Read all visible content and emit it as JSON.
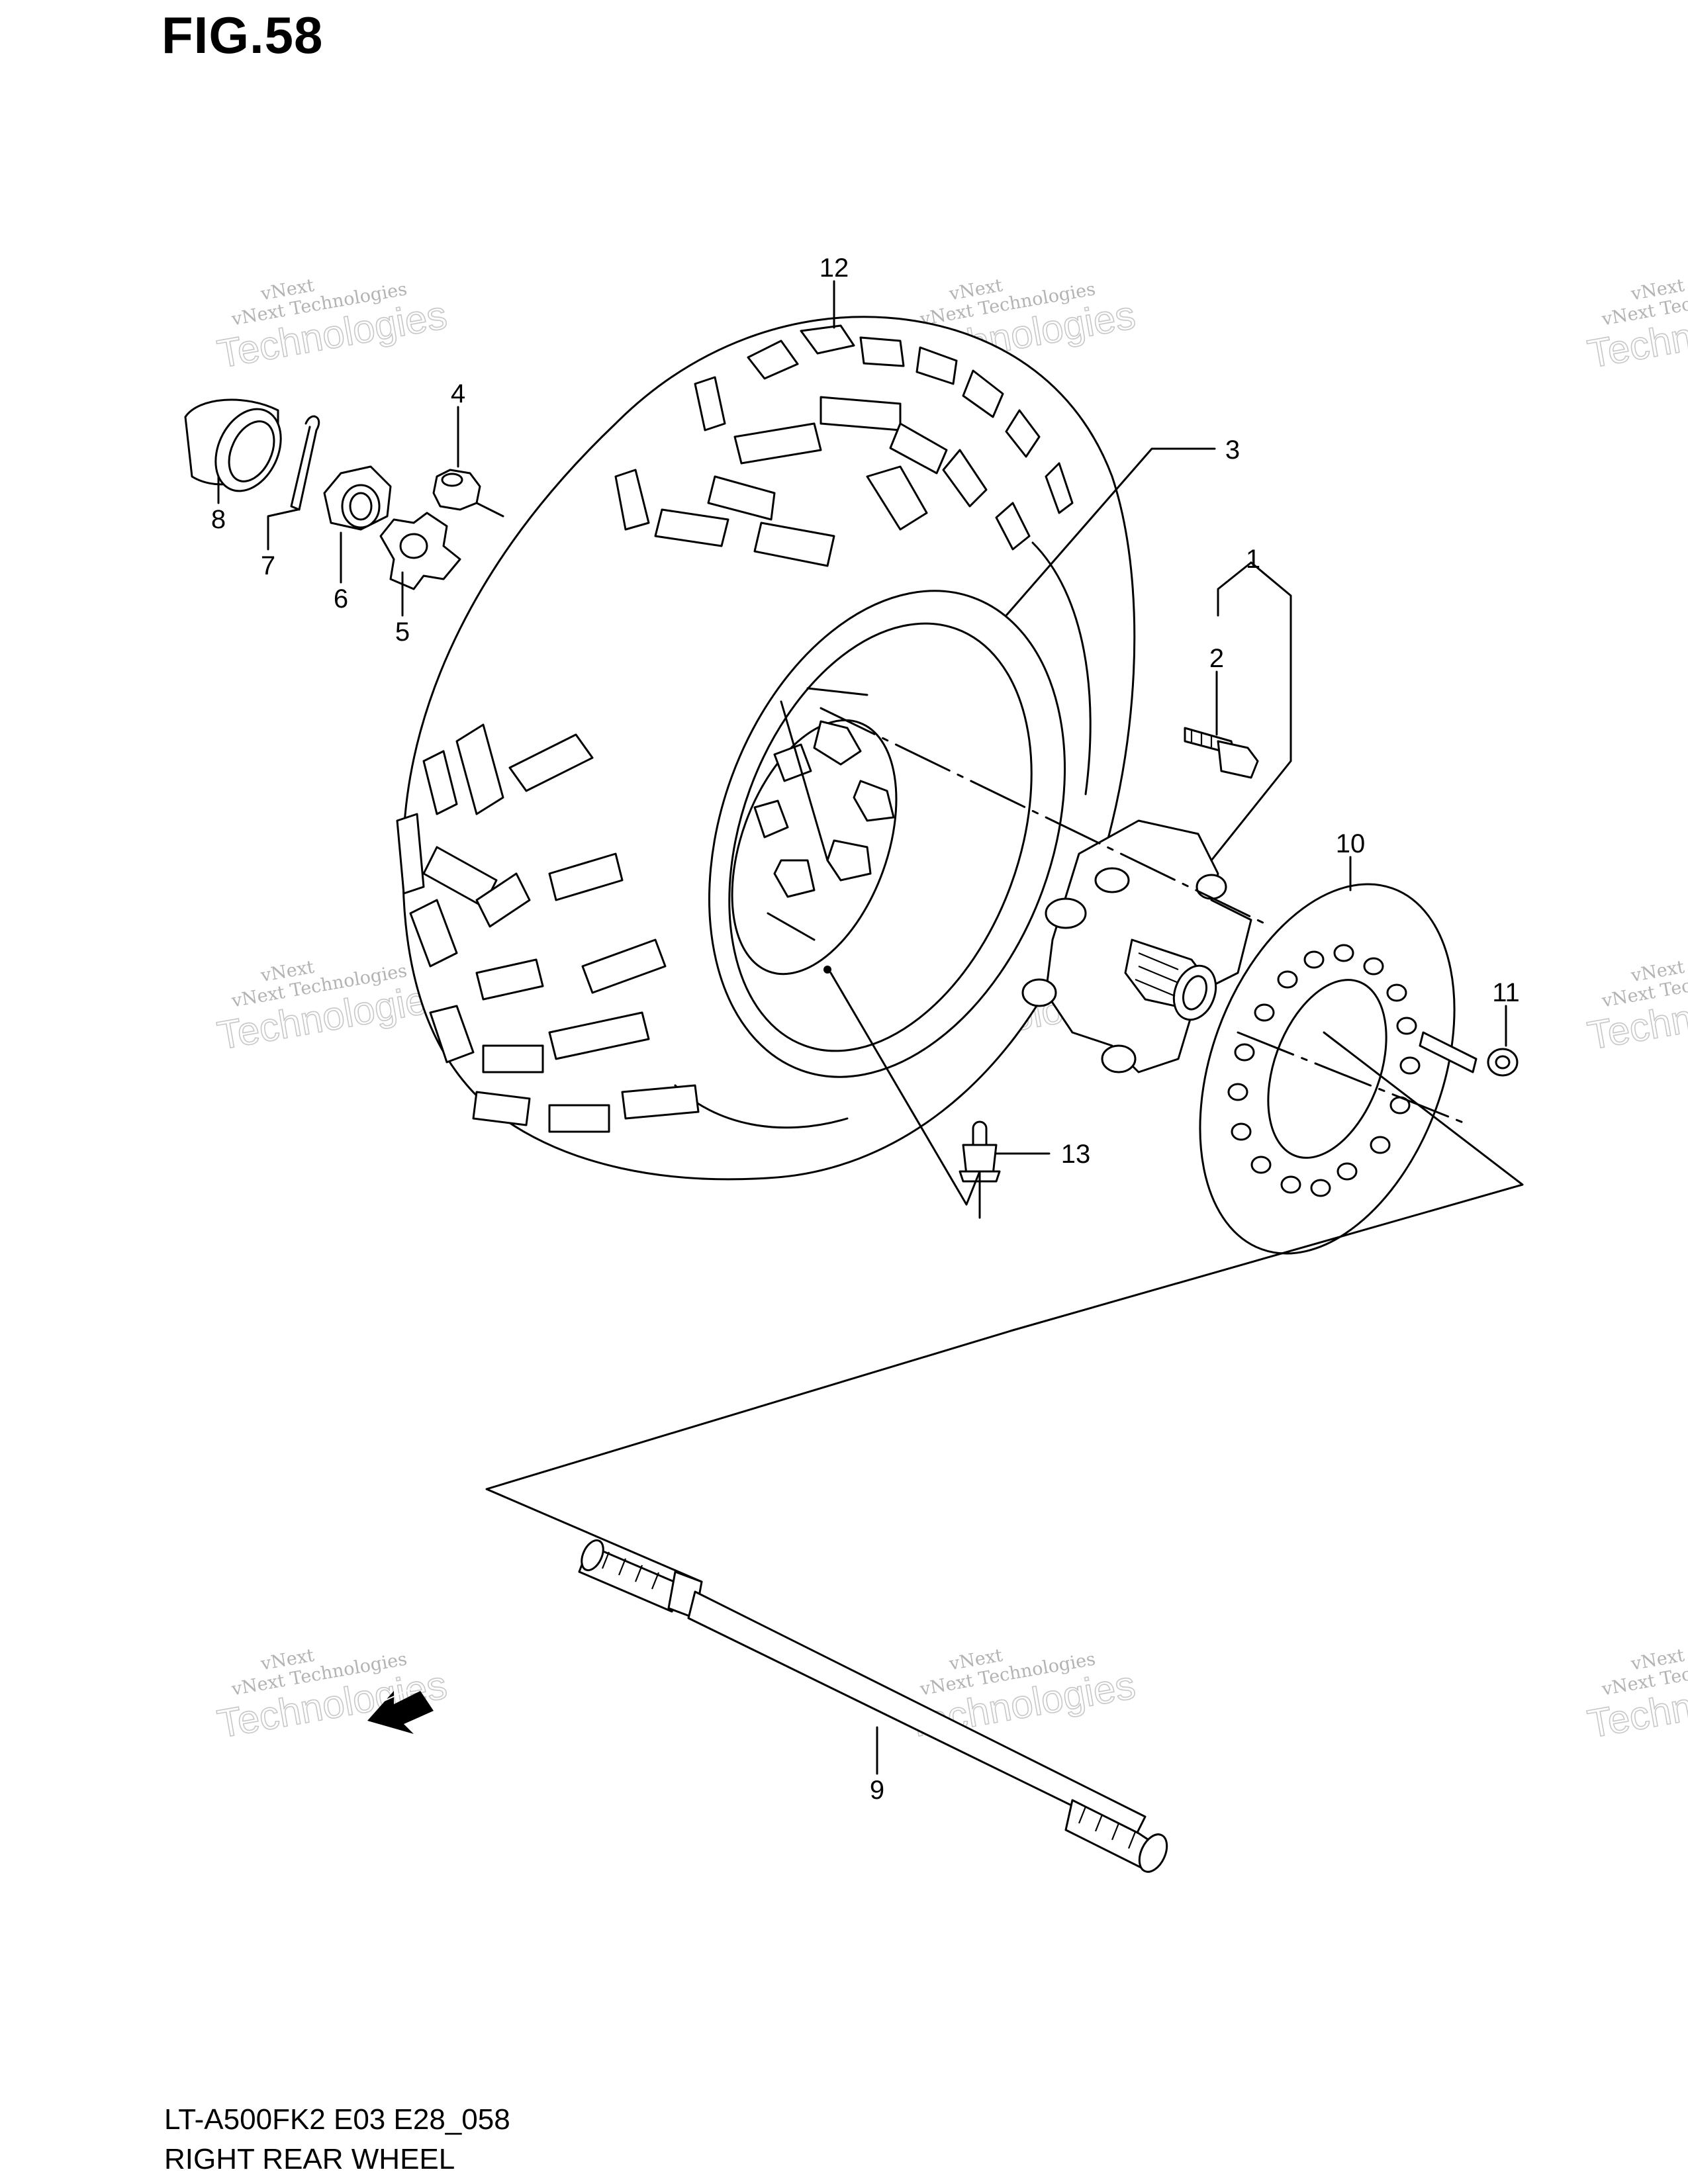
{
  "figure": {
    "title": "FIG.58",
    "model_code": "LT-A500FK2 E03 E28_058",
    "name": "RIGHT REAR WHEEL"
  },
  "callouts": [
    "1",
    "2",
    "3",
    "4",
    "5",
    "6",
    "7",
    "8",
    "9",
    "10",
    "11",
    "12",
    "13"
  ],
  "watermark": {
    "line1": "vNext",
    "line2": "vNext Technologies",
    "line3": "Technologies"
  },
  "colors": {
    "line": "#000000",
    "background": "#ffffff",
    "watermark": "#9a9a9a"
  },
  "icons": [
    "front-direction-arrow-icon"
  ]
}
